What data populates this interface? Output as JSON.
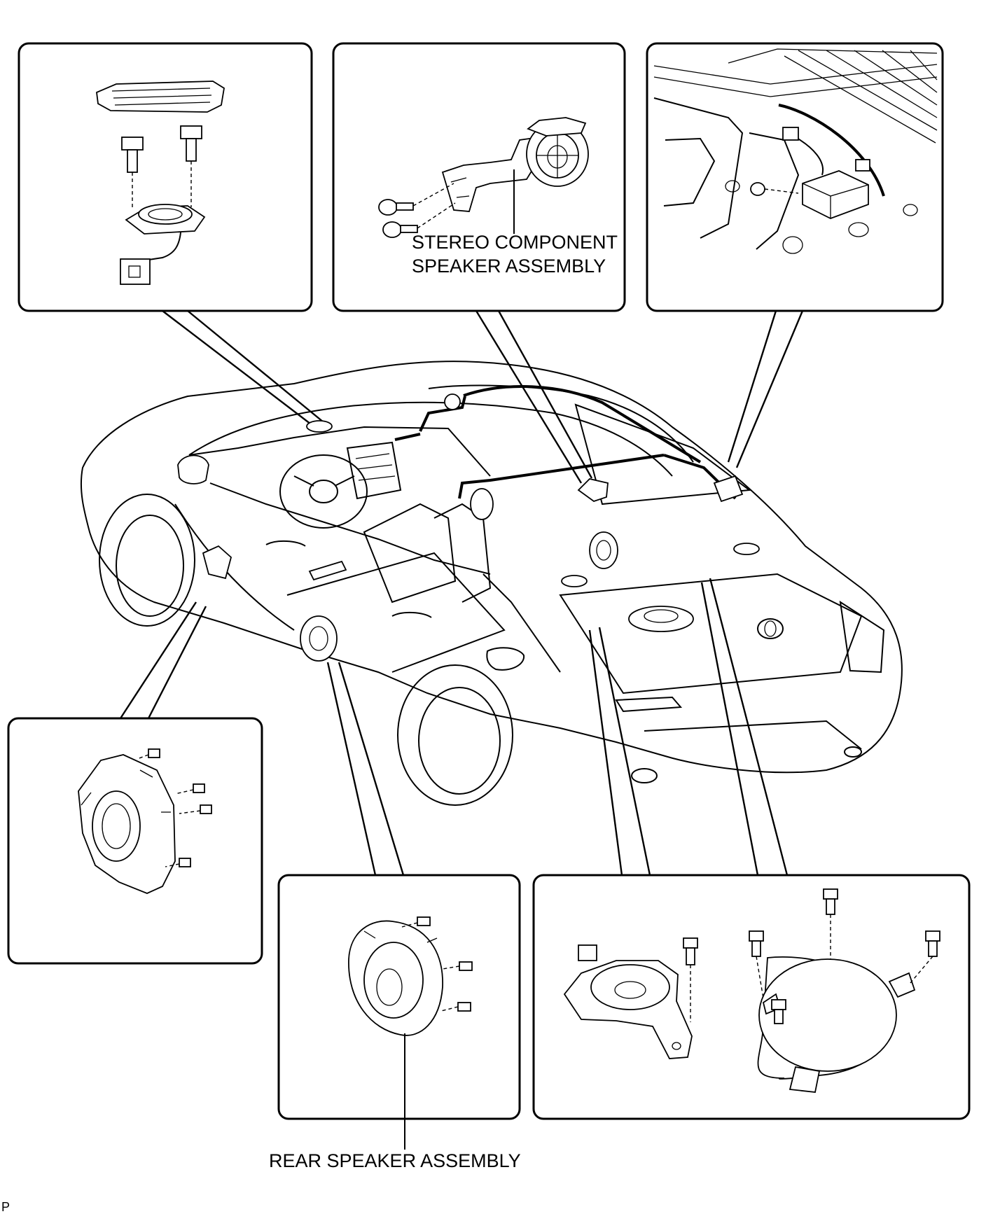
{
  "labels": {
    "stereo_line1": "STEREO COMPONENT",
    "stereo_line2": "SPEAKER ASSEMBLY",
    "rear_speaker": "REAR SPEAKER ASSEMBLY",
    "page_mark": "P"
  },
  "panels": [
    {
      "id": "front-dash-speaker",
      "content": "dash tweeter with cover and bolts"
    },
    {
      "id": "stereo-component-speaker",
      "content": "stereo component speaker assembly with bracket"
    },
    {
      "id": "amplifier",
      "content": "amplifier mounted under rear package tray"
    },
    {
      "id": "front-door-speaker",
      "content": "front door speaker with screws"
    },
    {
      "id": "rear-door-speaker",
      "content": "rear speaker assembly with screws"
    },
    {
      "id": "package-tray-speakers",
      "content": "package tray tweeter and woofer with bolts"
    }
  ]
}
